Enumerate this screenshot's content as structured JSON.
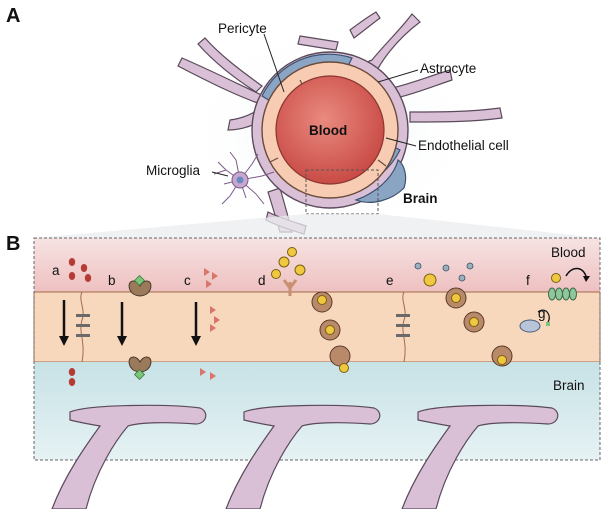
{
  "panels": {
    "a": "A",
    "b": "B"
  },
  "panel_a": {
    "pericyte": "Pericyte",
    "astrocyte": "Astrocyte",
    "blood": "Blood",
    "endothelial": "Endothelial cell",
    "microglia": "Microglia",
    "brain": "Brain"
  },
  "panel_b": {
    "blood": "Blood",
    "brain": "Brain",
    "pathways": [
      "a",
      "b",
      "c",
      "d",
      "e",
      "f",
      "g"
    ]
  },
  "colors": {
    "astrocyte": "#d9c0d6",
    "astrocyte_outline": "#5a4a5a",
    "pericyte": "#8aa4c4",
    "endothelial": "#f7ccb2",
    "lumen": "#d8635d",
    "blood_zone": "#f1cfcf",
    "endo_zone": "#f8d8bd",
    "brain_zone": "#d2e7ea",
    "junction": "#6a6a6a",
    "microglia": "#c7a8d0",
    "red_particle": "#b53c35",
    "triangle": "#d9756a",
    "transporter": "#9b7a5c",
    "drug": "#7cc47c",
    "nanoparticle": "#f0c840"
  }
}
